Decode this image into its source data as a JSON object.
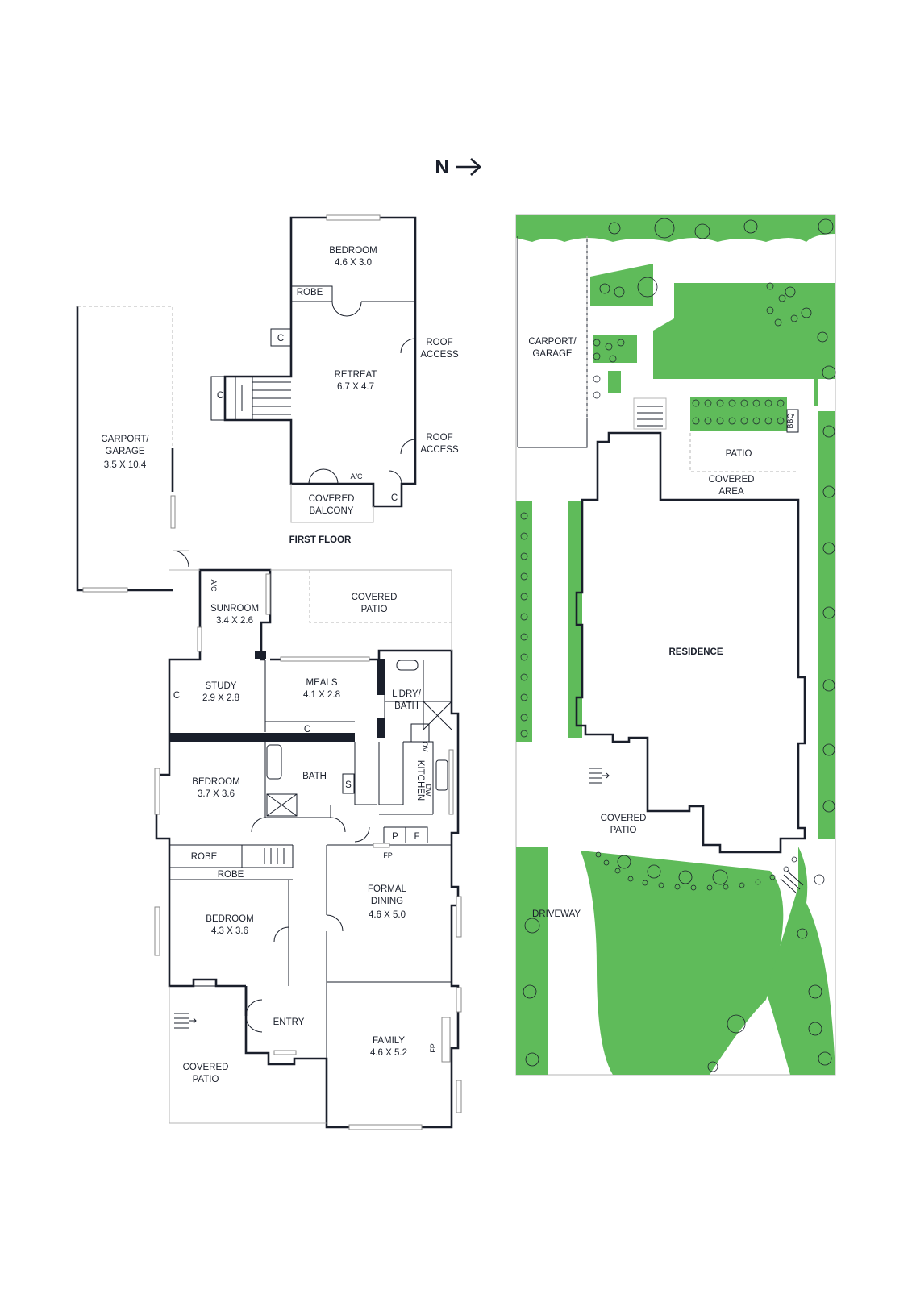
{
  "north_label": "N",
  "first_floor": {
    "title": "FIRST FLOOR",
    "rooms": {
      "bedroom_name": "BEDROOM",
      "bedroom_size": "4.6 X 3.0",
      "robe": "ROBE",
      "cupboard_1": "C",
      "cupboard_2": "C",
      "cupboard_3": "C",
      "retreat_name": "RETREAT",
      "retreat_size": "6.7 X 4.7",
      "roof_access_1a": "ROOF",
      "roof_access_1b": "ACCESS",
      "roof_access_2a": "ROOF",
      "roof_access_2b": "ACCESS",
      "ac": "A/C",
      "covered_balcony_a": "COVERED",
      "covered_balcony_b": "BALCONY"
    }
  },
  "ground_floor": {
    "carport_a": "CARPORT/",
    "carport_b": "GARAGE",
    "carport_size": "3.5 X 10.4",
    "ac": "A/C",
    "sunroom_name": "SUNROOM",
    "sunroom_size": "3.4 X 2.6",
    "covered_patio_top_a": "COVERED",
    "covered_patio_top_b": "PATIO",
    "study_name": "STUDY",
    "study_size": "2.9 X 2.8",
    "meals_name": "MEALS",
    "meals_size": "4.1 X 2.8",
    "laundry_a": "L'DRY/",
    "laundry_b": "BATH",
    "c_study": "C",
    "c_meals": "C",
    "bedroom1_name": "BEDROOM",
    "bedroom1_size": "3.7 X 3.6",
    "bath": "BATH",
    "s": "S",
    "kitchen": "KITCHEN",
    "ov": "OV",
    "dw": "DW",
    "p": "P",
    "f": "F",
    "fp1": "FP",
    "fp2": "FP",
    "robe1": "ROBE",
    "robe2": "ROBE",
    "bedroom2_name": "BEDROOM",
    "bedroom2_size": "4.3 X 3.6",
    "formal_dining_a": "FORMAL",
    "formal_dining_b": "DINING",
    "formal_dining_size": "4.6 X 5.0",
    "entry": "ENTRY",
    "covered_patio_a": "COVERED",
    "covered_patio_b": "PATIO",
    "family_name": "FAMILY",
    "family_size": "4.6 X 5.2"
  },
  "site_plan": {
    "carport_a": "CARPORT/",
    "carport_b": "GARAGE",
    "bbq": "BBQ",
    "patio": "PATIO",
    "covered_area_a": "COVERED",
    "covered_area_b": "AREA",
    "residence": "RESIDENCE",
    "covered_patio_a": "COVERED",
    "covered_patio_b": "PATIO",
    "driveway": "DRIVEWAY"
  },
  "colors": {
    "lawn": "#5fbb5a",
    "ink": "#1a1f2b"
  }
}
